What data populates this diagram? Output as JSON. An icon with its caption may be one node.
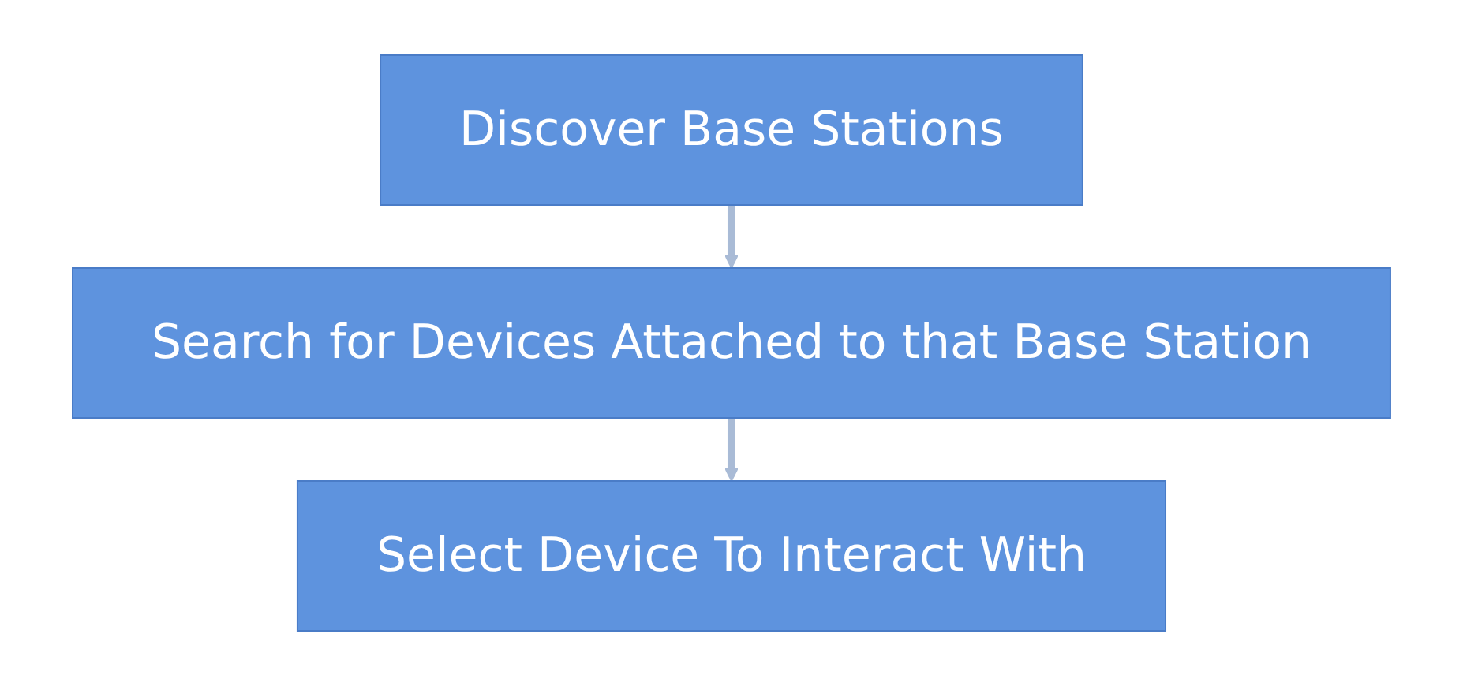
{
  "diagram": {
    "nodes": [
      {
        "text": [
          "Discover Base Stations"
        ]
      },
      {
        "text": [
          "Search for Devices Attached to that Base Station"
        ]
      },
      {
        "text": [
          "Select Device To Interact With"
        ]
      }
    ],
    "edges": [
      {
        "from": 0,
        "to": 1,
        "arrow": "to"
      },
      {
        "from": 1,
        "to": 2,
        "arrow": "to"
      }
    ]
  }
}
